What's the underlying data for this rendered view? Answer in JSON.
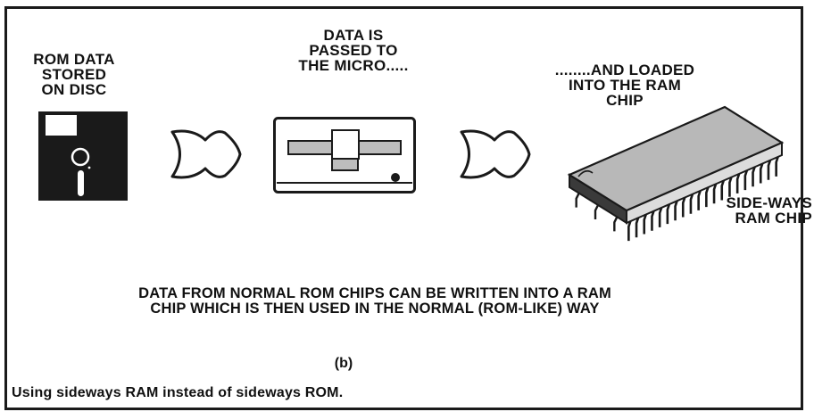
{
  "diagram": {
    "label_rom": "ROM DATA\nSTORED\nON DISC",
    "label_passed": "DATA IS\nPASSED TO\nTHE MICRO.....",
    "label_loaded": "........AND LOADED\nINTO THE RAM\nCHIP",
    "label_chip": "SIDE-WAYS\nRAM CHIP",
    "caption_main": "DATA FROM NORMAL ROM CHIPS CAN BE WRITTEN INTO A RAM\nCHIP WHICH IS THEN USED IN THE NORMAL (ROM-LIKE) WAY",
    "figure_letter": "(b)",
    "figure_caption": "Using sideways RAM instead of sideways ROM."
  },
  "icons": [
    "floppy-disk-icon",
    "arrow-icon",
    "micro-computer-icon",
    "arrow-icon",
    "ram-chip-icon"
  ],
  "colors": {
    "ink": "#1a1a1a",
    "shade": "#b8b8b8",
    "paper": "#ffffff"
  }
}
